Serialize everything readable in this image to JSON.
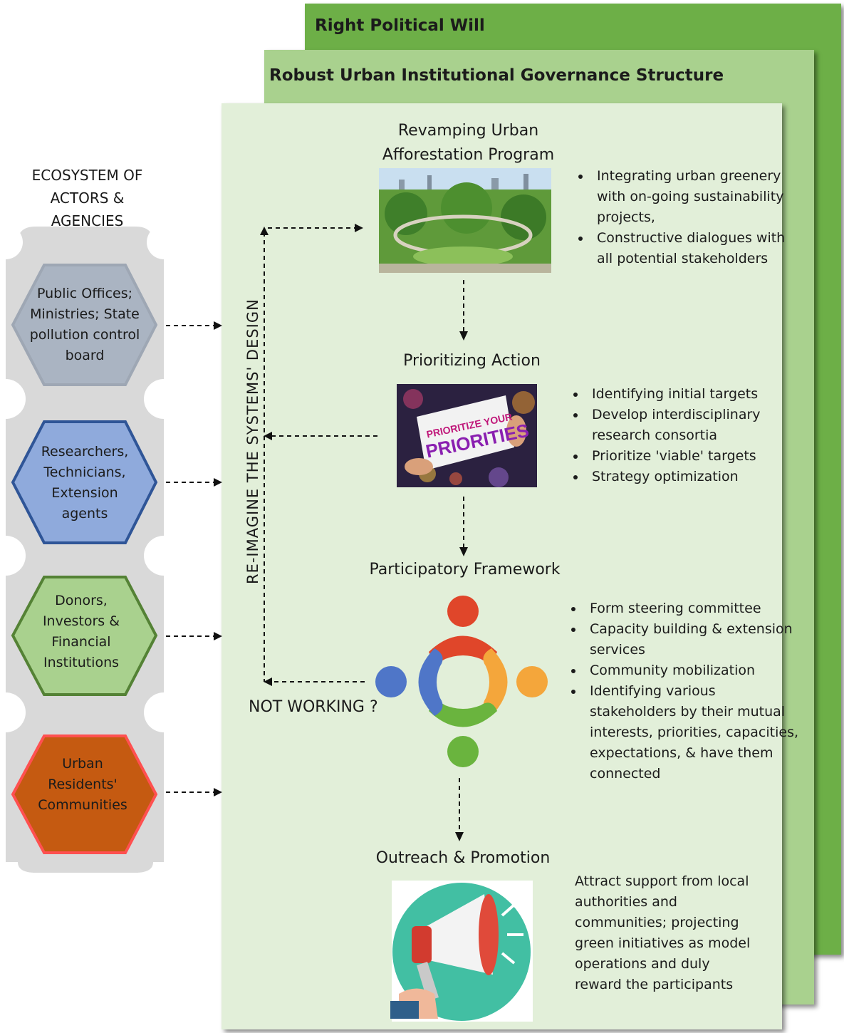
{
  "bands": {
    "political_will": "Right Political Will",
    "governance": "Robust Urban Institutional Governance Structure"
  },
  "ecosystem": {
    "title": "ECOSYSTEM OF ACTORS & AGENCIES",
    "actors": [
      {
        "label": "Public Offices; Ministries; State pollution control board",
        "color": "#8497b0"
      },
      {
        "label": "Researchers, Technicians, Extension agents",
        "color": "#8faadc"
      },
      {
        "label": "Donors, Investors & Financial Institutions",
        "color": "#a9d18e"
      },
      {
        "label": "Urban Residents' Communities",
        "color": "#c55a11"
      }
    ]
  },
  "loop": {
    "vertical_label": "RE-IMAGINE THE SYSTEMS' DESIGN",
    "not_working": "NOT WORKING ?"
  },
  "stages": [
    {
      "title": "Revamping Urban Afforestation Program",
      "image": "urban-park-photo",
      "bullets": [
        "Integrating urban greenery with on-going sustainability projects,",
        "Constructive dialogues with all potential stakeholders"
      ]
    },
    {
      "title": "Prioritizing Action",
      "image": "prioritize-sign-photo",
      "image_text": [
        "PRIORITIZE YOUR",
        "PRIORITIES"
      ],
      "bullets": [
        "Identifying initial targets",
        "Develop interdisciplinary research consortia",
        "Prioritize 'viable' targets",
        "Strategy optimization"
      ]
    },
    {
      "title": "Participatory Framework",
      "image": "people-circle-icon",
      "bullets": [
        "Form steering committee",
        "Capacity building & extension services",
        "Community mobilization",
        "Identifying various stakeholders by their mutual interests, priorities, capacities, expectations, & have them connected"
      ]
    },
    {
      "title": "Outreach & Promotion",
      "image": "megaphone-icon",
      "text": "Attract support from local authorities and communities; projecting green initiatives as model operations and duly reward the participants"
    }
  ],
  "colors": {
    "political": "#6daf47",
    "governance": "#a9d18e",
    "main": "#e2efd9",
    "people_red": "#e0462a",
    "people_orange": "#f4a63b",
    "people_green": "#6ab43e",
    "people_blue": "#4f76c8",
    "megaphone_bg": "#42bfa3"
  }
}
